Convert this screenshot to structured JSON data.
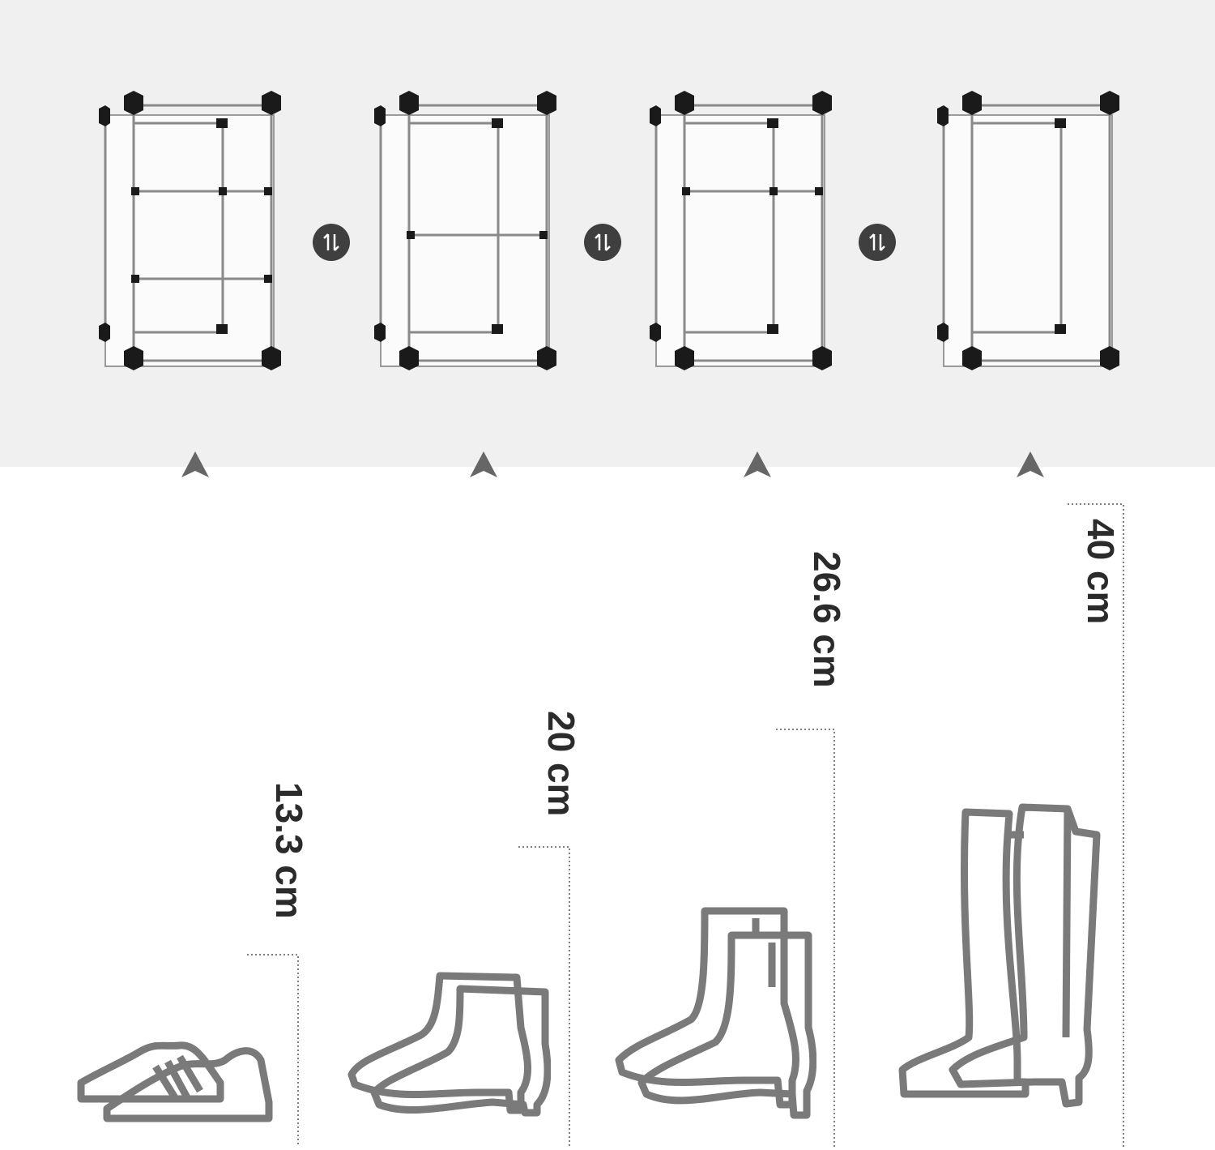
{
  "colors": {
    "top_background": "#f0f0f0",
    "page_background": "#ffffff",
    "icon_gray": "#7a7a7a",
    "frame_black": "#1a1a1a",
    "label_text": "#2b2b2b"
  },
  "configurations": [
    {
      "name": "three-compartment-cube",
      "shelves": 2
    },
    {
      "name": "two-compartment-cube-low",
      "shelves": 1
    },
    {
      "name": "two-compartment-cube-high",
      "shelves": 1
    },
    {
      "name": "single-compartment-cube",
      "shelves": 0
    }
  ],
  "swap_icon": "swap-arrows-icon",
  "pointer_icon": "up-triangle-icon",
  "heights": [
    {
      "label": "13.3 cm",
      "icon": "sneakers-icon"
    },
    {
      "label": "20 cm",
      "icon": "ankle-boots-icon"
    },
    {
      "label": "26.6 cm",
      "icon": "mid-calf-boots-icon"
    },
    {
      "label": "40 cm",
      "icon": "knee-high-boots-icon"
    }
  ]
}
